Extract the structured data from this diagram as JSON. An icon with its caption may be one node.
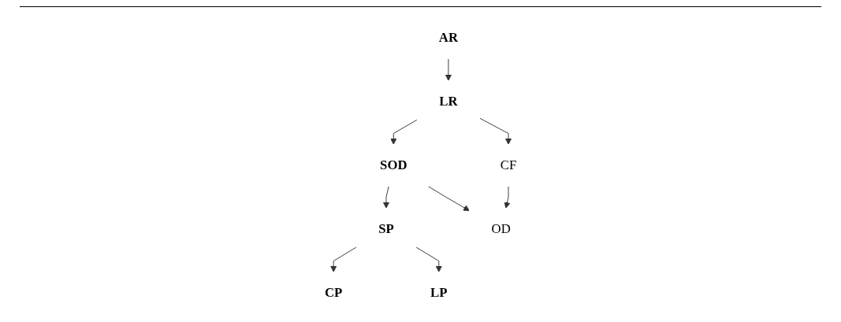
{
  "diagram": {
    "nodes": [
      {
        "text": [
          "AR"
        ]
      },
      {
        "text": [
          "LR"
        ]
      },
      {
        "text": [
          "SOD"
        ]
      },
      {
        "text": [
          "CF"
        ]
      },
      {
        "text": [
          "SP"
        ]
      },
      {
        "text": [
          "OD"
        ]
      },
      {
        "text": [
          "CP"
        ]
      },
      {
        "text": [
          "LP"
        ]
      }
    ],
    "edges": [
      {
        "from": 0,
        "to": 1,
        "arrow": "to"
      },
      {
        "from": 1,
        "to": 2,
        "arrow": "to"
      },
      {
        "from": 1,
        "to": 3,
        "arrow": "to"
      },
      {
        "from": 2,
        "to": 4,
        "arrow": "to"
      },
      {
        "from": 2,
        "to": 5,
        "arrow": "to"
      },
      {
        "from": 3,
        "to": 5,
        "arrow": "to"
      },
      {
        "from": 4,
        "to": 6,
        "arrow": "to"
      },
      {
        "from": 4,
        "to": 7,
        "arrow": "to"
      }
    ]
  }
}
